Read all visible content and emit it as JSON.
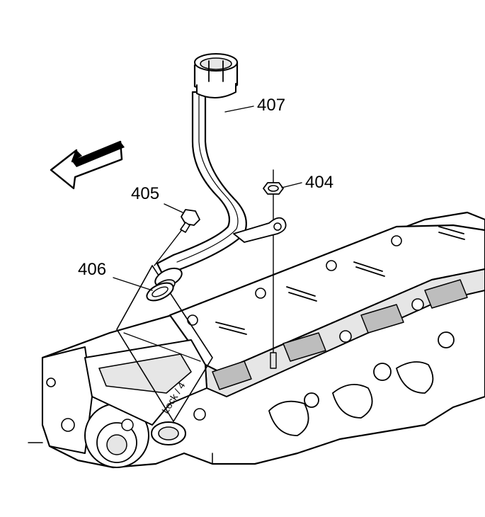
{
  "diagram": {
    "callouts": [
      {
        "id": "407",
        "label": "407",
        "part": "oil fill tube"
      },
      {
        "id": "404",
        "label": "404",
        "part": "nut"
      },
      {
        "id": "405",
        "label": "405",
        "part": "bolt"
      },
      {
        "id": "406",
        "label": "406",
        "part": "o-ring seal"
      }
    ],
    "direction_arrow": "front-arrow-icon",
    "engraved_text": "Lock / 4"
  }
}
